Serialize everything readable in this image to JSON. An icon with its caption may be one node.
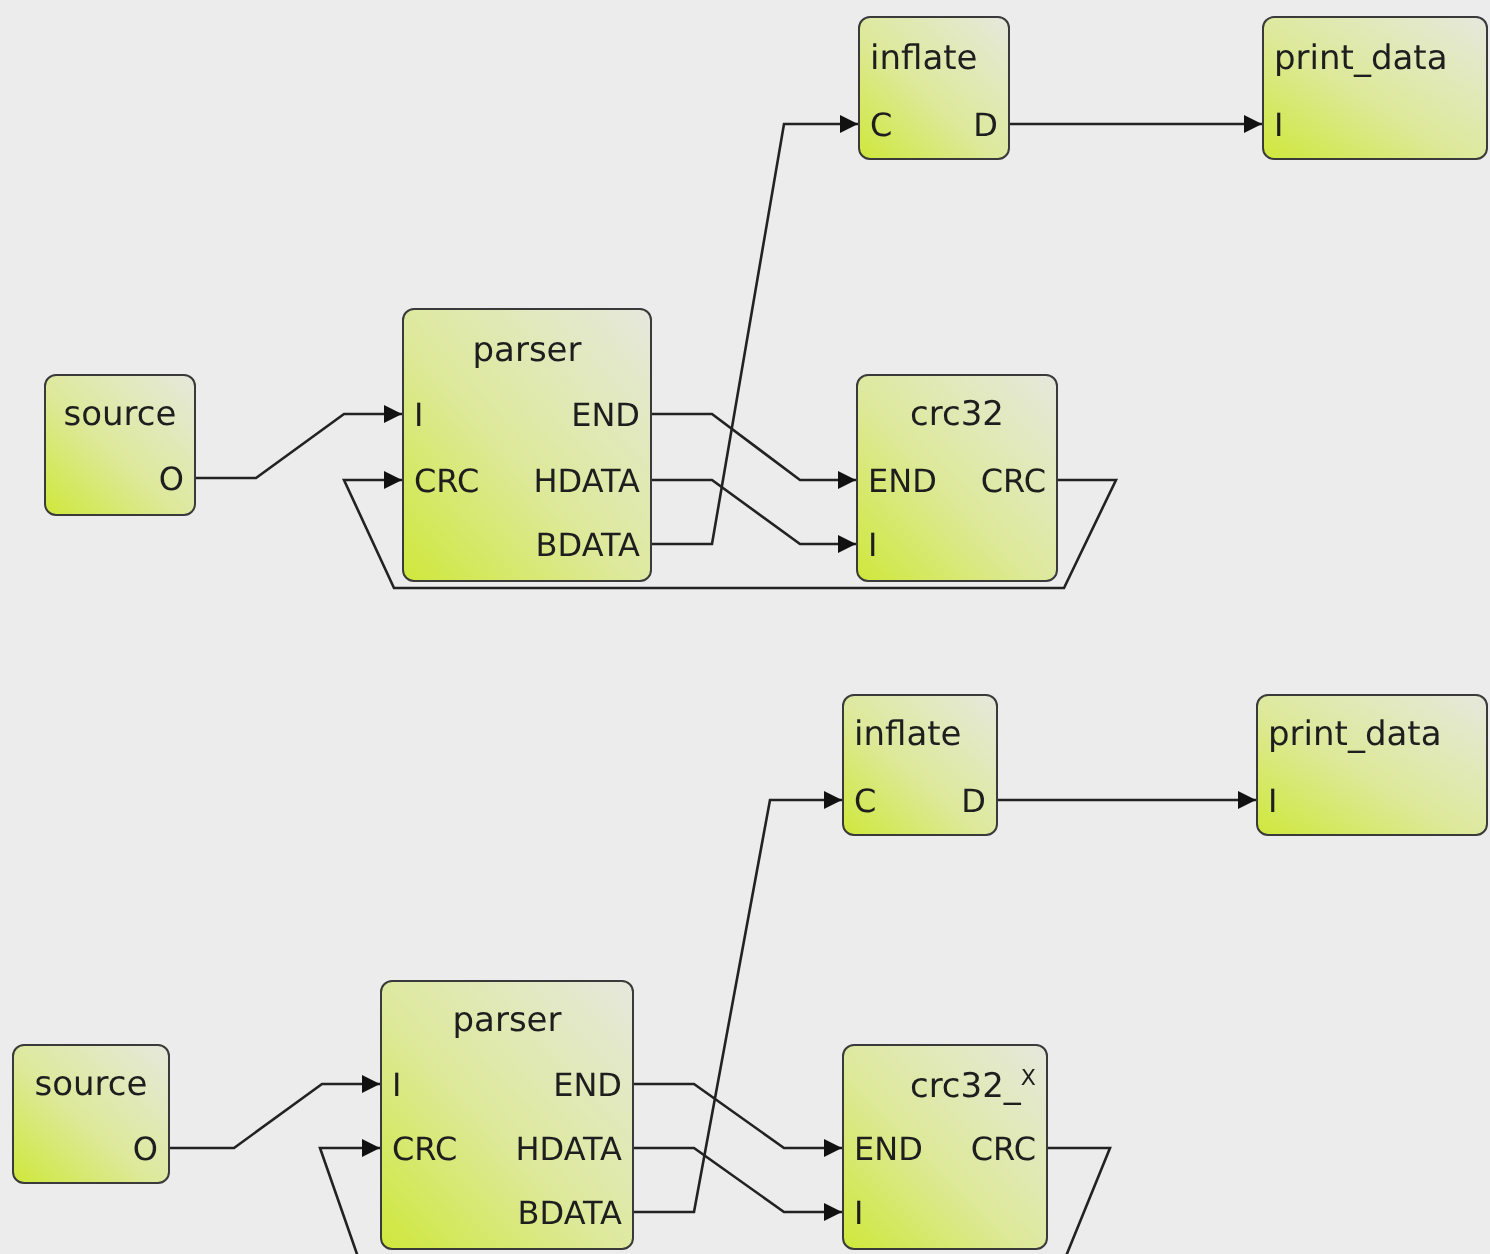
{
  "diagram": {
    "nodes": [
      {
        "text": [
          "source",
          "O"
        ]
      },
      {
        "text": [
          "parser",
          "I",
          "END",
          "CRC",
          "HDATA",
          "BDATA"
        ]
      },
      {
        "text": [
          "inflate",
          "C",
          "D"
        ]
      },
      {
        "text": [
          "crc32",
          "END",
          "CRC",
          "I"
        ]
      },
      {
        "text": [
          "print_data",
          "I"
        ]
      },
      {
        "text": [
          "source",
          "O"
        ]
      },
      {
        "text": [
          "parser",
          "I",
          "END",
          "CRC",
          "HDATA",
          "BDATA"
        ]
      },
      {
        "text": [
          "inflate",
          "C",
          "D"
        ]
      },
      {
        "text": [
          "crc32_$^{X}$",
          "END",
          "CRC",
          "I"
        ]
      },
      {
        "text": [
          "print_data",
          "I"
        ]
      }
    ],
    "edges": [
      {
        "from": 0,
        "to": 1,
        "arrow": "to"
      },
      {
        "from": 1,
        "to": 3,
        "arrow": "to"
      },
      {
        "from": 1,
        "to": 3,
        "arrow": "to"
      },
      {
        "from": 1,
        "to": 2,
        "arrow": "to"
      },
      {
        "from": 2,
        "to": 4,
        "arrow": "to"
      },
      {
        "from": 3,
        "to": 1,
        "arrow": "to"
      },
      {
        "from": 5,
        "to": 6,
        "arrow": "to"
      },
      {
        "from": 6,
        "to": 8,
        "arrow": "to"
      },
      {
        "from": 6,
        "to": 8,
        "arrow": "to"
      },
      {
        "from": 6,
        "to": 7,
        "arrow": "to"
      },
      {
        "from": 7,
        "to": 9,
        "arrow": "to"
      },
      {
        "from": 8,
        "to": 6,
        "arrow": "to"
      }
    ]
  }
}
